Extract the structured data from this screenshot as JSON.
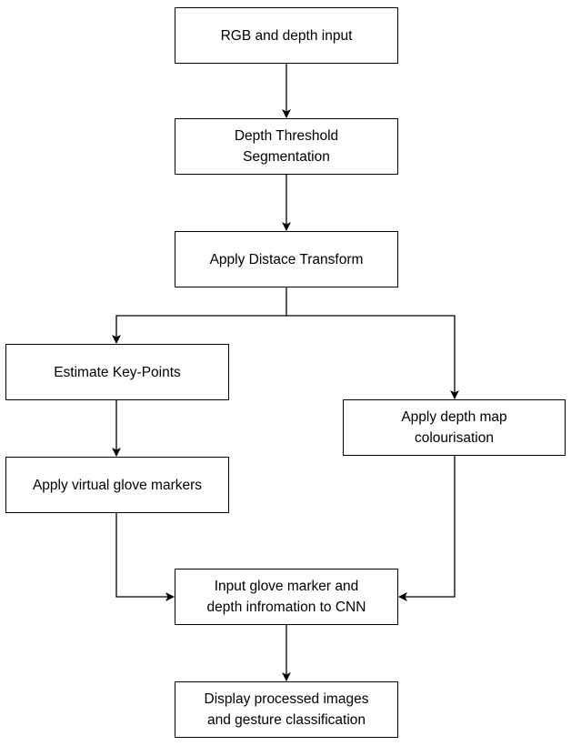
{
  "colors": {
    "stroke": "#000000",
    "node_fill": "#ffffff",
    "text": "#000000",
    "background": "#ffffff"
  },
  "nodes": {
    "rgb_depth_input": "RGB and depth input",
    "depth_threshold": "Depth Threshold\nSegmentation",
    "distance_transform": "Apply Distace Transform",
    "estimate_keypoints": "Estimate Key-Points",
    "virtual_glove": "Apply virtual glove markers",
    "depth_colourisation": "Apply depth map\ncolourisation",
    "cnn_input": "Input glove marker and\ndepth infromation to CNN",
    "display_output": "Display processed images\nand gesture classification"
  },
  "edges": [
    {
      "from": "rgb_depth_input",
      "to": "depth_threshold"
    },
    {
      "from": "depth_threshold",
      "to": "distance_transform"
    },
    {
      "from": "distance_transform",
      "to": "estimate_keypoints"
    },
    {
      "from": "distance_transform",
      "to": "depth_colourisation"
    },
    {
      "from": "estimate_keypoints",
      "to": "virtual_glove"
    },
    {
      "from": "virtual_glove",
      "to": "cnn_input"
    },
    {
      "from": "depth_colourisation",
      "to": "cnn_input"
    },
    {
      "from": "cnn_input",
      "to": "display_output"
    }
  ]
}
